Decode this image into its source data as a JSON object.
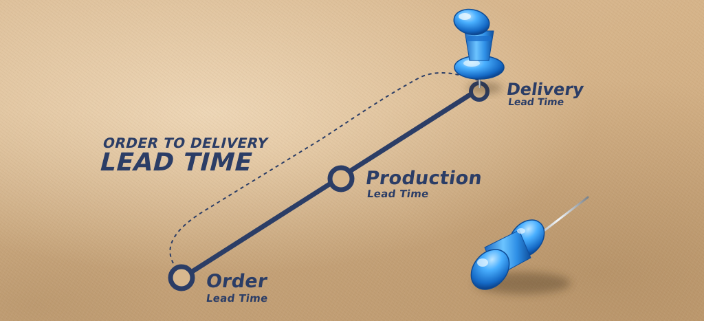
{
  "headline": {
    "line1": "ORDER TO DELIVERY",
    "line2": "LEAD TIME"
  },
  "milestones": [
    {
      "title": "Delivery",
      "subtitle": "Lead Time"
    },
    {
      "title": "Production",
      "subtitle": "Lead Time"
    },
    {
      "title": "Order",
      "subtitle": "Lead Time"
    }
  ],
  "colors": {
    "paper": "#d6b48a",
    "ink": "#2b3d66",
    "pin": "#2f8fe0"
  },
  "icons": [
    "pushpin-icon",
    "pushpin-icon"
  ]
}
